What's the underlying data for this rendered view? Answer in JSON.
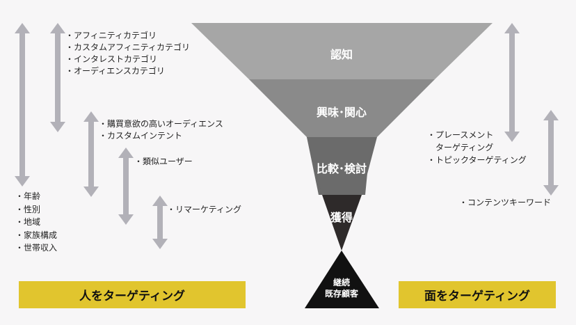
{
  "funnel": {
    "stages": [
      {
        "label": "認知",
        "color": "#a6a6a6"
      },
      {
        "label": "興味･関心",
        "color": "#8a8a8a"
      },
      {
        "label": "比較･検討",
        "color": "#6b6b6b"
      },
      {
        "label": "獲得",
        "color": "#2e2a2a"
      }
    ],
    "bottom": {
      "line1": "継続",
      "line2": "既存顧客",
      "color": "#111111"
    }
  },
  "left_groups": {
    "demographics": [
      "・年齢",
      "・性別",
      "・地域",
      "・家族構成",
      "・世帯収入"
    ],
    "affinity": [
      "・アフィニティカテゴリ",
      "・カスタムアフィニティカテゴリ",
      "・インタレストカテゴリ",
      "・オーディエンスカテゴリ"
    ],
    "intent": [
      "・購買意欲の高いオーディエンス",
      "・カスタムインテント"
    ],
    "similar": [
      "・類似ユーザー"
    ],
    "remarketing": [
      "・リマーケティング"
    ]
  },
  "right_groups": {
    "placement": [
      "・プレースメント",
      "　ターゲティング",
      "・トピックターゲティング"
    ],
    "keyword": [
      "・コンテンツキーワード"
    ]
  },
  "banners": {
    "left": "人をターゲティング",
    "right": "面をターゲティング"
  },
  "colors": {
    "arrow": "#b2b1b8",
    "banner": "#e1c52e"
  }
}
